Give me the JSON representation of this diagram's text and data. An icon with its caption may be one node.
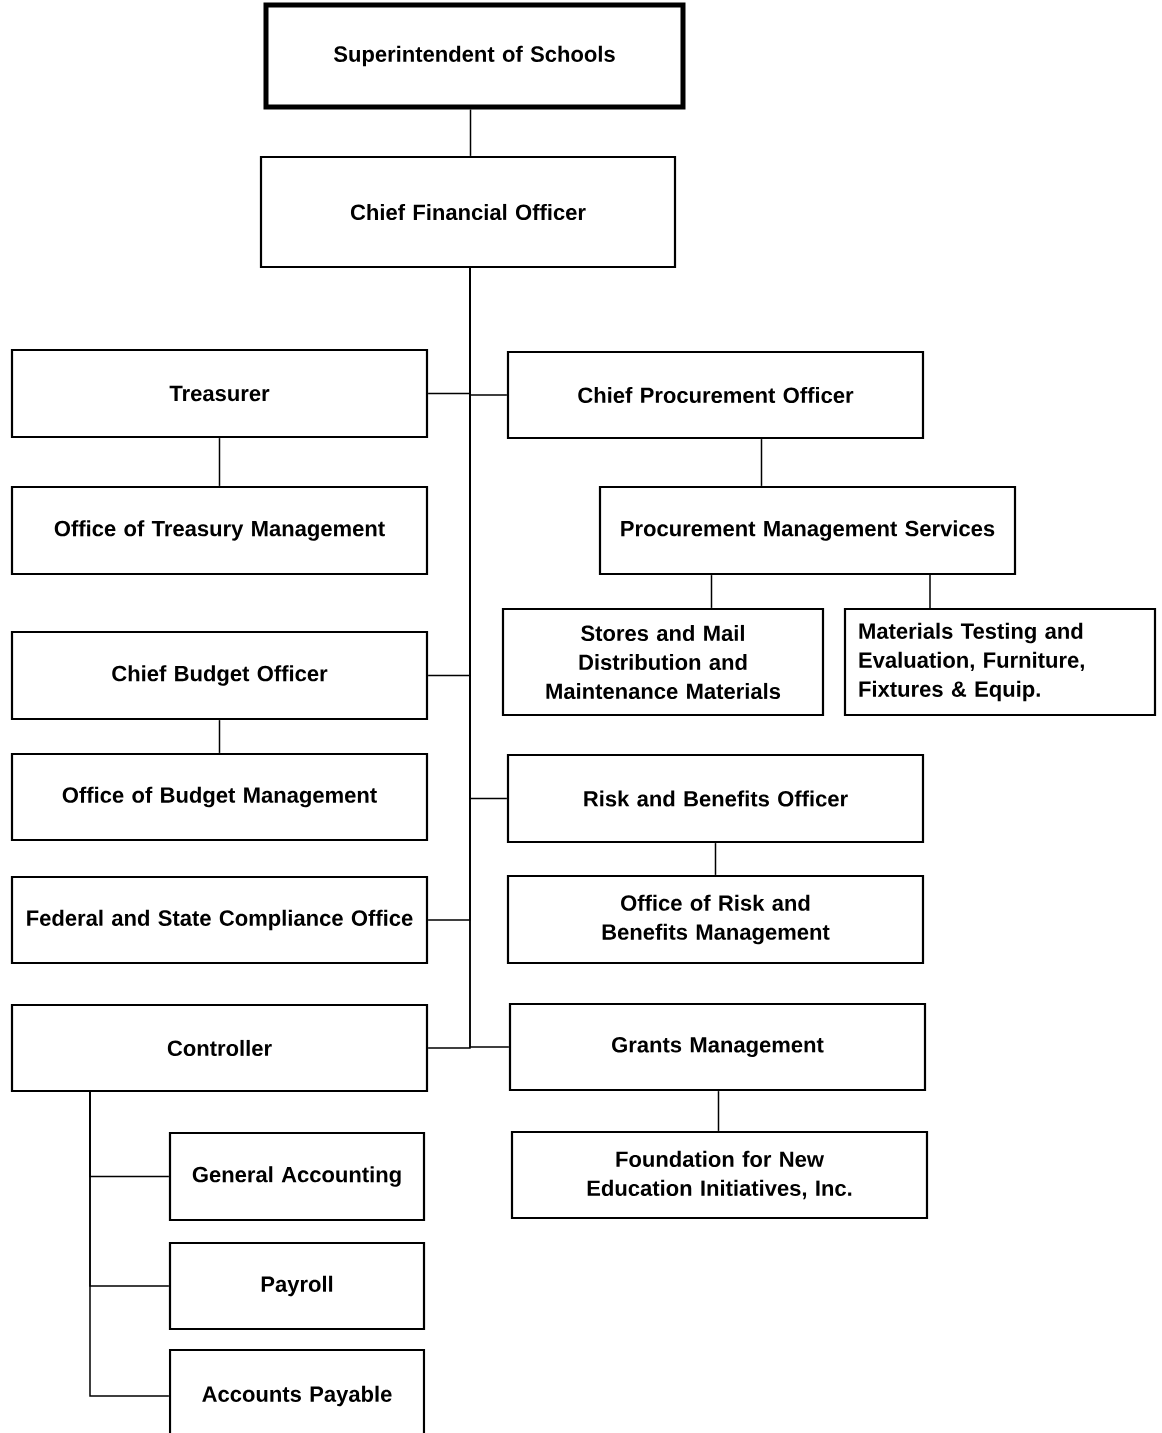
{
  "diagram": {
    "nodes": [
      {
        "text": [
          "Superintendent of Schools"
        ]
      },
      {
        "text": [
          "Chief Financial Officer"
        ]
      },
      {
        "text": [
          "Treasurer"
        ]
      },
      {
        "text": [
          "Chief Procurement Officer"
        ]
      },
      {
        "text": [
          "Office of Treasury Management"
        ]
      },
      {
        "text": [
          "Procurement Management Services"
        ]
      },
      {
        "text": [
          "Stores and Mail Distribution and Maintenance Materials"
        ]
      },
      {
        "text": [
          "Materials Testing and Evaluation, Furniture, Fixtures & Equip."
        ]
      },
      {
        "text": [
          "Chief Budget Officer"
        ]
      },
      {
        "text": [
          "Office of Budget Management"
        ]
      },
      {
        "text": [
          "Risk and Benefits Officer"
        ]
      },
      {
        "text": [
          "Federal and State Compliance Office"
        ]
      },
      {
        "text": [
          "Office of Risk and Benefits Management"
        ]
      },
      {
        "text": [
          "Controller"
        ]
      },
      {
        "text": [
          "Grants Management"
        ]
      },
      {
        "text": [
          "Foundation for New Education Initiatives, Inc."
        ]
      },
      {
        "text": [
          "General Accounting"
        ]
      },
      {
        "text": [
          "Payroll"
        ]
      },
      {
        "text": [
          "Accounts Payable"
        ]
      }
    ],
    "edges": [
      {
        "from": 0,
        "to": 1,
        "arrow": "none"
      },
      {
        "from": 1,
        "to": 2,
        "arrow": "none"
      },
      {
        "from": 1,
        "to": 3,
        "arrow": "none"
      },
      {
        "from": 1,
        "to": 8,
        "arrow": "none"
      },
      {
        "from": 1,
        "to": 10,
        "arrow": "none"
      },
      {
        "from": 1,
        "to": 11,
        "arrow": "none"
      },
      {
        "from": 1,
        "to": 13,
        "arrow": "none"
      },
      {
        "from": 1,
        "to": 14,
        "arrow": "none"
      },
      {
        "from": 2,
        "to": 4,
        "arrow": "none"
      },
      {
        "from": 3,
        "to": 5,
        "arrow": "none"
      },
      {
        "from": 5,
        "to": 6,
        "arrow": "none"
      },
      {
        "from": 5,
        "to": 7,
        "arrow": "none"
      },
      {
        "from": 8,
        "to": 9,
        "arrow": "none"
      },
      {
        "from": 10,
        "to": 12,
        "arrow": "none"
      },
      {
        "from": 14,
        "to": 15,
        "arrow": "none"
      },
      {
        "from": 13,
        "to": 16,
        "arrow": "none"
      },
      {
        "from": 13,
        "to": 17,
        "arrow": "none"
      },
      {
        "from": 13,
        "to": 18,
        "arrow": "none"
      }
    ]
  }
}
